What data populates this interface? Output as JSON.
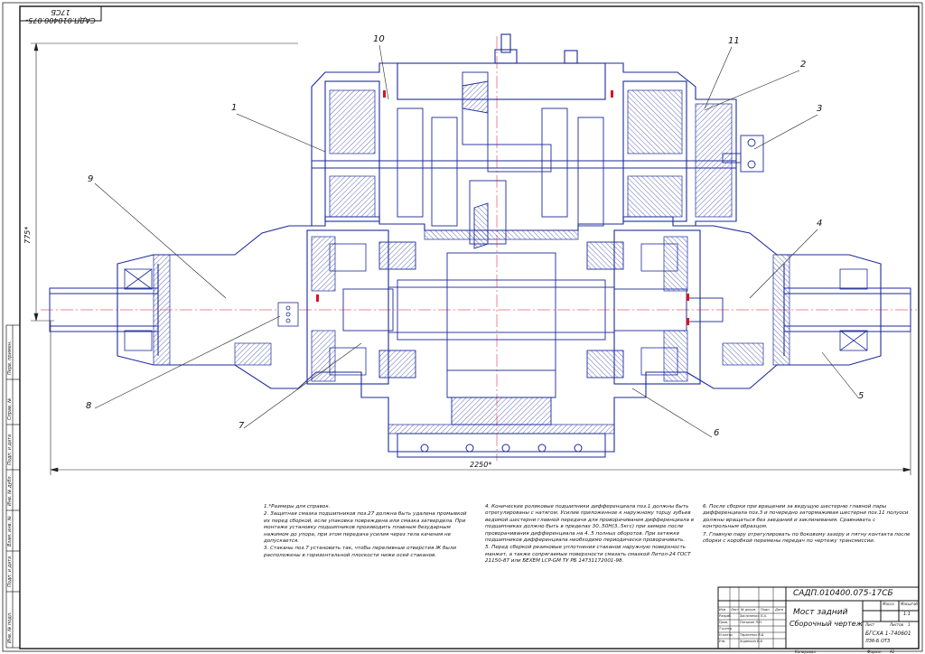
{
  "drawing": {
    "code": "САДП.010400.075-17СБ",
    "code_rotated": "САДП.010400.075-17СБ",
    "title_line1": "Мост задний",
    "title_line2": "Сборочный чертеж",
    "dimension_width": "2250*",
    "dimension_height": "775*",
    "sheet_label": "Лист",
    "sheets_label": "Листов",
    "sheets_count": "1",
    "mass_label": "Масса",
    "scale_label": "Масштаб",
    "scale_value": "1:1",
    "organization_line1": "БГСХА 1-740601",
    "organization_line2": "ЛЗ6-Б ОТЗ",
    "copied_label": "Копировал",
    "format_label": "Формат",
    "format_value": "А1"
  },
  "callouts": [
    "1",
    "2",
    "3",
    "4",
    "5",
    "6",
    "7",
    "8",
    "9",
    "10",
    "11"
  ],
  "notes": {
    "col1": [
      "1.*Размеры для справок.",
      "2. Защитная смазка подшипников поз.27 должна быть удалена промывкой их перед сборкой, если упаковка повреждена или смазка затвердела. При монтаже установку подшипников производить плавным безударным нажимом до упора, при этом передача усилия через тела качения не допускается.",
      "3. Стаканы поз.7 установить так, чтобы переливные отверстия Ж были расположены в горизонтальной плоскости ниже осей стаканов."
    ],
    "col2": [
      "4. Конические роликовые подшипники дифференциала поз.1 должны быть отрегулированы с натягом. Усилие приложенное к наружному торцу зубьев ведомой шестерни главной передачи для проворачивания дифференциала в подшипниках должно быть в пределах 30..50Н(3..5кгс) при замере после проворачивания дифференциала на 4..5 полных оборотов. При затяжке подшипников дифференциала необходимо периодически проворачивать.",
      "5. Перед сборкой резиновые уплотнения стаканов наружную поверхность манжет, а также сопрягаемые поверхности смазать смазкой Литол-24 ГОСТ 21150-87 или БЕХЕМ LCP-GM ТУ РБ 14731172001-98."
    ],
    "col3": [
      "6. После сборки при вращении за ведущую шестерню главной пары дифференциала поз.3 и почередно затормаживая шестерни поз.11 полуоси должны вращаться без заеданий и заклинивания. Сравнивать с контрольным образцом.",
      "7. Главную пару отрегулировать по боковому зазору и пятну контакта после сборки с коробкой перемены передач по чертежу трансмиссии."
    ]
  },
  "title_block": {
    "columns": [
      "Изм",
      "Лист",
      "№ докум.",
      "Подп.",
      "Дата"
    ],
    "roles": [
      "Разраб.",
      "Пров.",
      "Т.контр.",
      "Н.контр.",
      "Утв."
    ],
    "names": [
      "Заслоненко П.А.",
      "Пятыкин Л.Н.",
      "",
      "Тарасенко В.Б.",
      "Ходеккин В.Б."
    ]
  },
  "side_strip": [
    "Перв. примен.",
    "Справ. №",
    "Подп. и дата",
    "Инв. № дубл.",
    "Взам. инв. №",
    "Подп. и дата",
    "Инв. № подл."
  ]
}
